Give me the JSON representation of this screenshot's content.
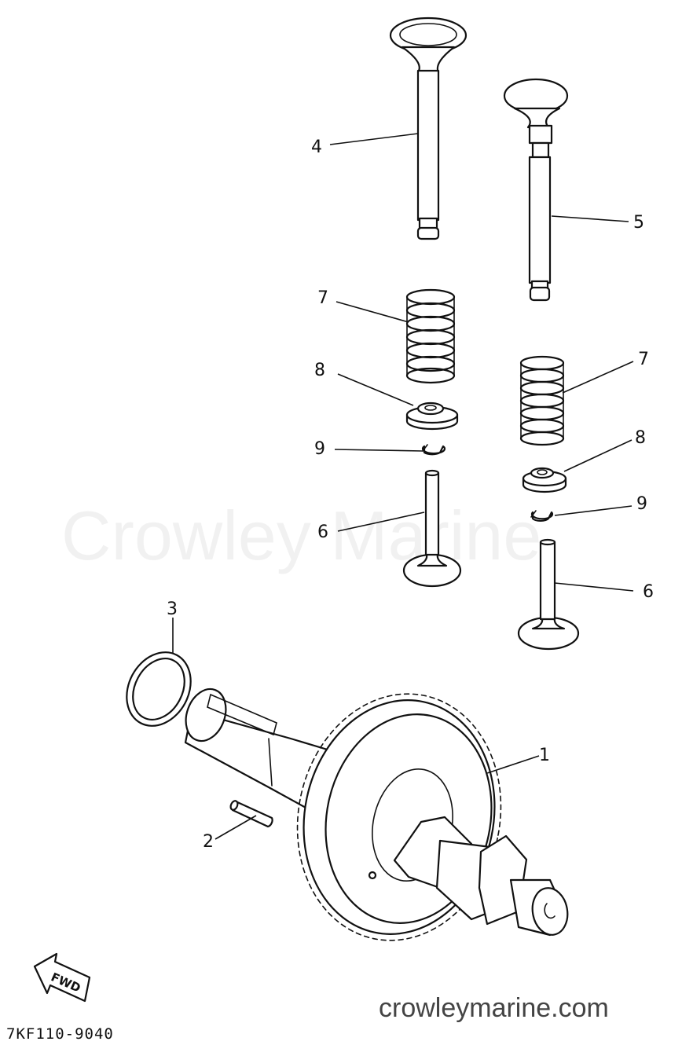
{
  "watermark": "Crowley Marine",
  "footer": {
    "site": "crowleymarine.com",
    "diagram_code": "7KF110-9040",
    "fwd_label": "FWD"
  },
  "callouts": {
    "c1": "1",
    "c2": "2",
    "c3": "3",
    "c4": "4",
    "c5": "5",
    "c6a": "6",
    "c6b": "6",
    "c7a": "7",
    "c7b": "7",
    "c8a": "8",
    "c8b": "8",
    "c9a": "9",
    "c9b": "9"
  }
}
